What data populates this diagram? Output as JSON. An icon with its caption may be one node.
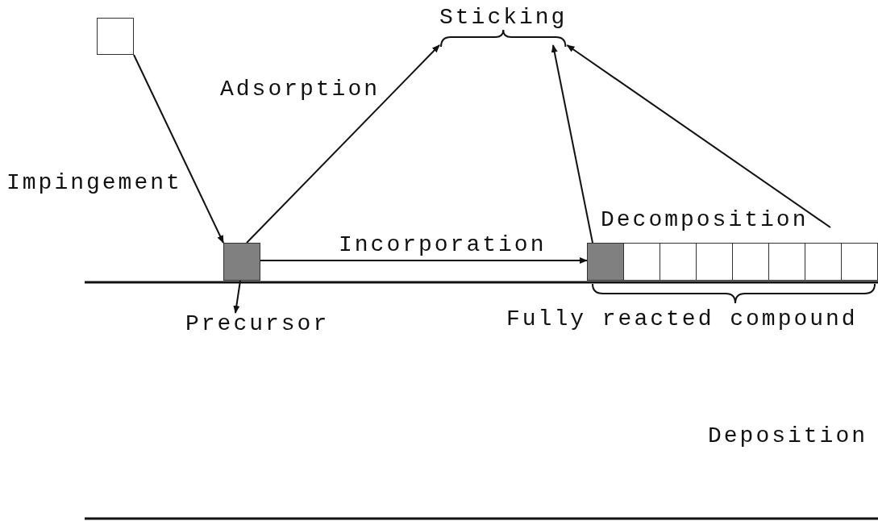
{
  "diagram": {
    "nodes": [
      {
        "text": [],
        "shape": "box"
      },
      {
        "text": [],
        "shape": "box"
      },
      {
        "text": [],
        "shape": "box"
      },
      {
        "text": [],
        "shape": "box"
      },
      {
        "text": [],
        "shape": "box"
      },
      {
        "text": [],
        "shape": "box"
      },
      {
        "text": [],
        "shape": "box"
      },
      {
        "text": [],
        "shape": "box"
      },
      {
        "text": [],
        "shape": "box"
      },
      {
        "text": [],
        "shape": "box"
      },
      {
        "text": [
          "Sticking"
        ]
      },
      {
        "text": [
          "Precursor"
        ]
      }
    ],
    "edges": [
      {
        "from": 0,
        "to": 1,
        "arrow": "to",
        "label": "Impingement"
      },
      {
        "from": 1,
        "to": 10,
        "arrow": "to",
        "label": "Adsorption"
      },
      {
        "from": 1,
        "to": 2,
        "arrow": "to",
        "label": "Incorporation"
      },
      {
        "from": 2,
        "to": 10,
        "arrow": "to"
      },
      {
        "from": null,
        "to": 10,
        "arrow": "to"
      },
      {
        "from": 1,
        "to": 11,
        "arrow": "to"
      }
    ],
    "labels": [
      "Decomposition",
      "Fully reacted compound",
      "Deposition"
    ]
  }
}
